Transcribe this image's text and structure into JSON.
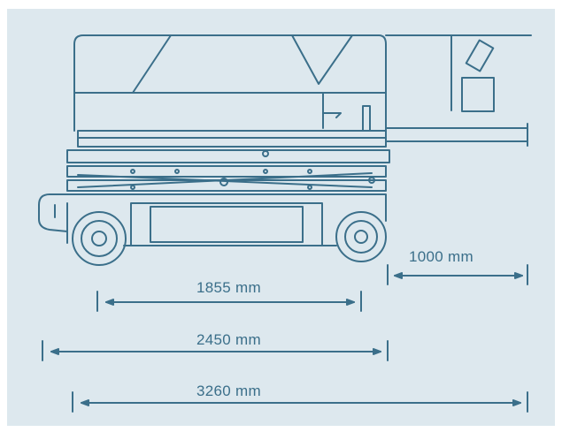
{
  "dimensions": {
    "platform_extension": "1000 mm",
    "wheelbase": "1855 mm",
    "machine_length": "2450 mm",
    "platform_extended_length": "3260 mm"
  },
  "colors": {
    "background": "#dde8ee",
    "line": "#3b6f8a",
    "frame": "#ffffff"
  }
}
